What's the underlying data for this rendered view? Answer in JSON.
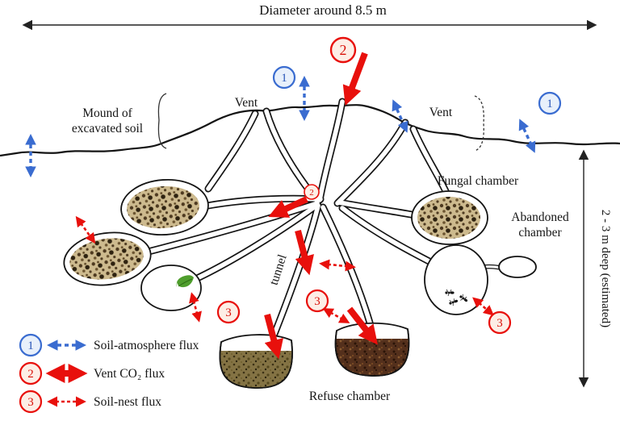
{
  "title": "Diameter around 8.5 m",
  "depth_label": "2 - 3 m deep (estimated)",
  "labels": {
    "mound_line1": "Mound of",
    "mound_line2": "excavated soil",
    "vent_left": "Vent",
    "vent_right": "Vent",
    "fungal_chamber": "Fungal chamber",
    "abandoned_line1": "Abandoned",
    "abandoned_line2": "chamber",
    "refuse_chamber": "Refuse chamber",
    "tunnel": "tunnel"
  },
  "markers": {
    "one": "1",
    "two": "2",
    "three": "3"
  },
  "legend": [
    {
      "num": "1",
      "label": "Soil-atmosphere flux"
    },
    {
      "num": "2",
      "label": "Vent CO₂ flux"
    },
    {
      "num": "3",
      "label": "Soil-nest flux"
    }
  ],
  "colors": {
    "soil_atmosphere_flux": "#3a6cd0",
    "vent_co2_flux": "#e8100c",
    "soil_nest_flux": "#e8100c",
    "ground_line": "#141414",
    "fungal_texture_base": "#cdba8e",
    "refuse_left_base": "#847344",
    "refuse_right_base": "#54301c",
    "leaf": "#4f9e2d"
  }
}
